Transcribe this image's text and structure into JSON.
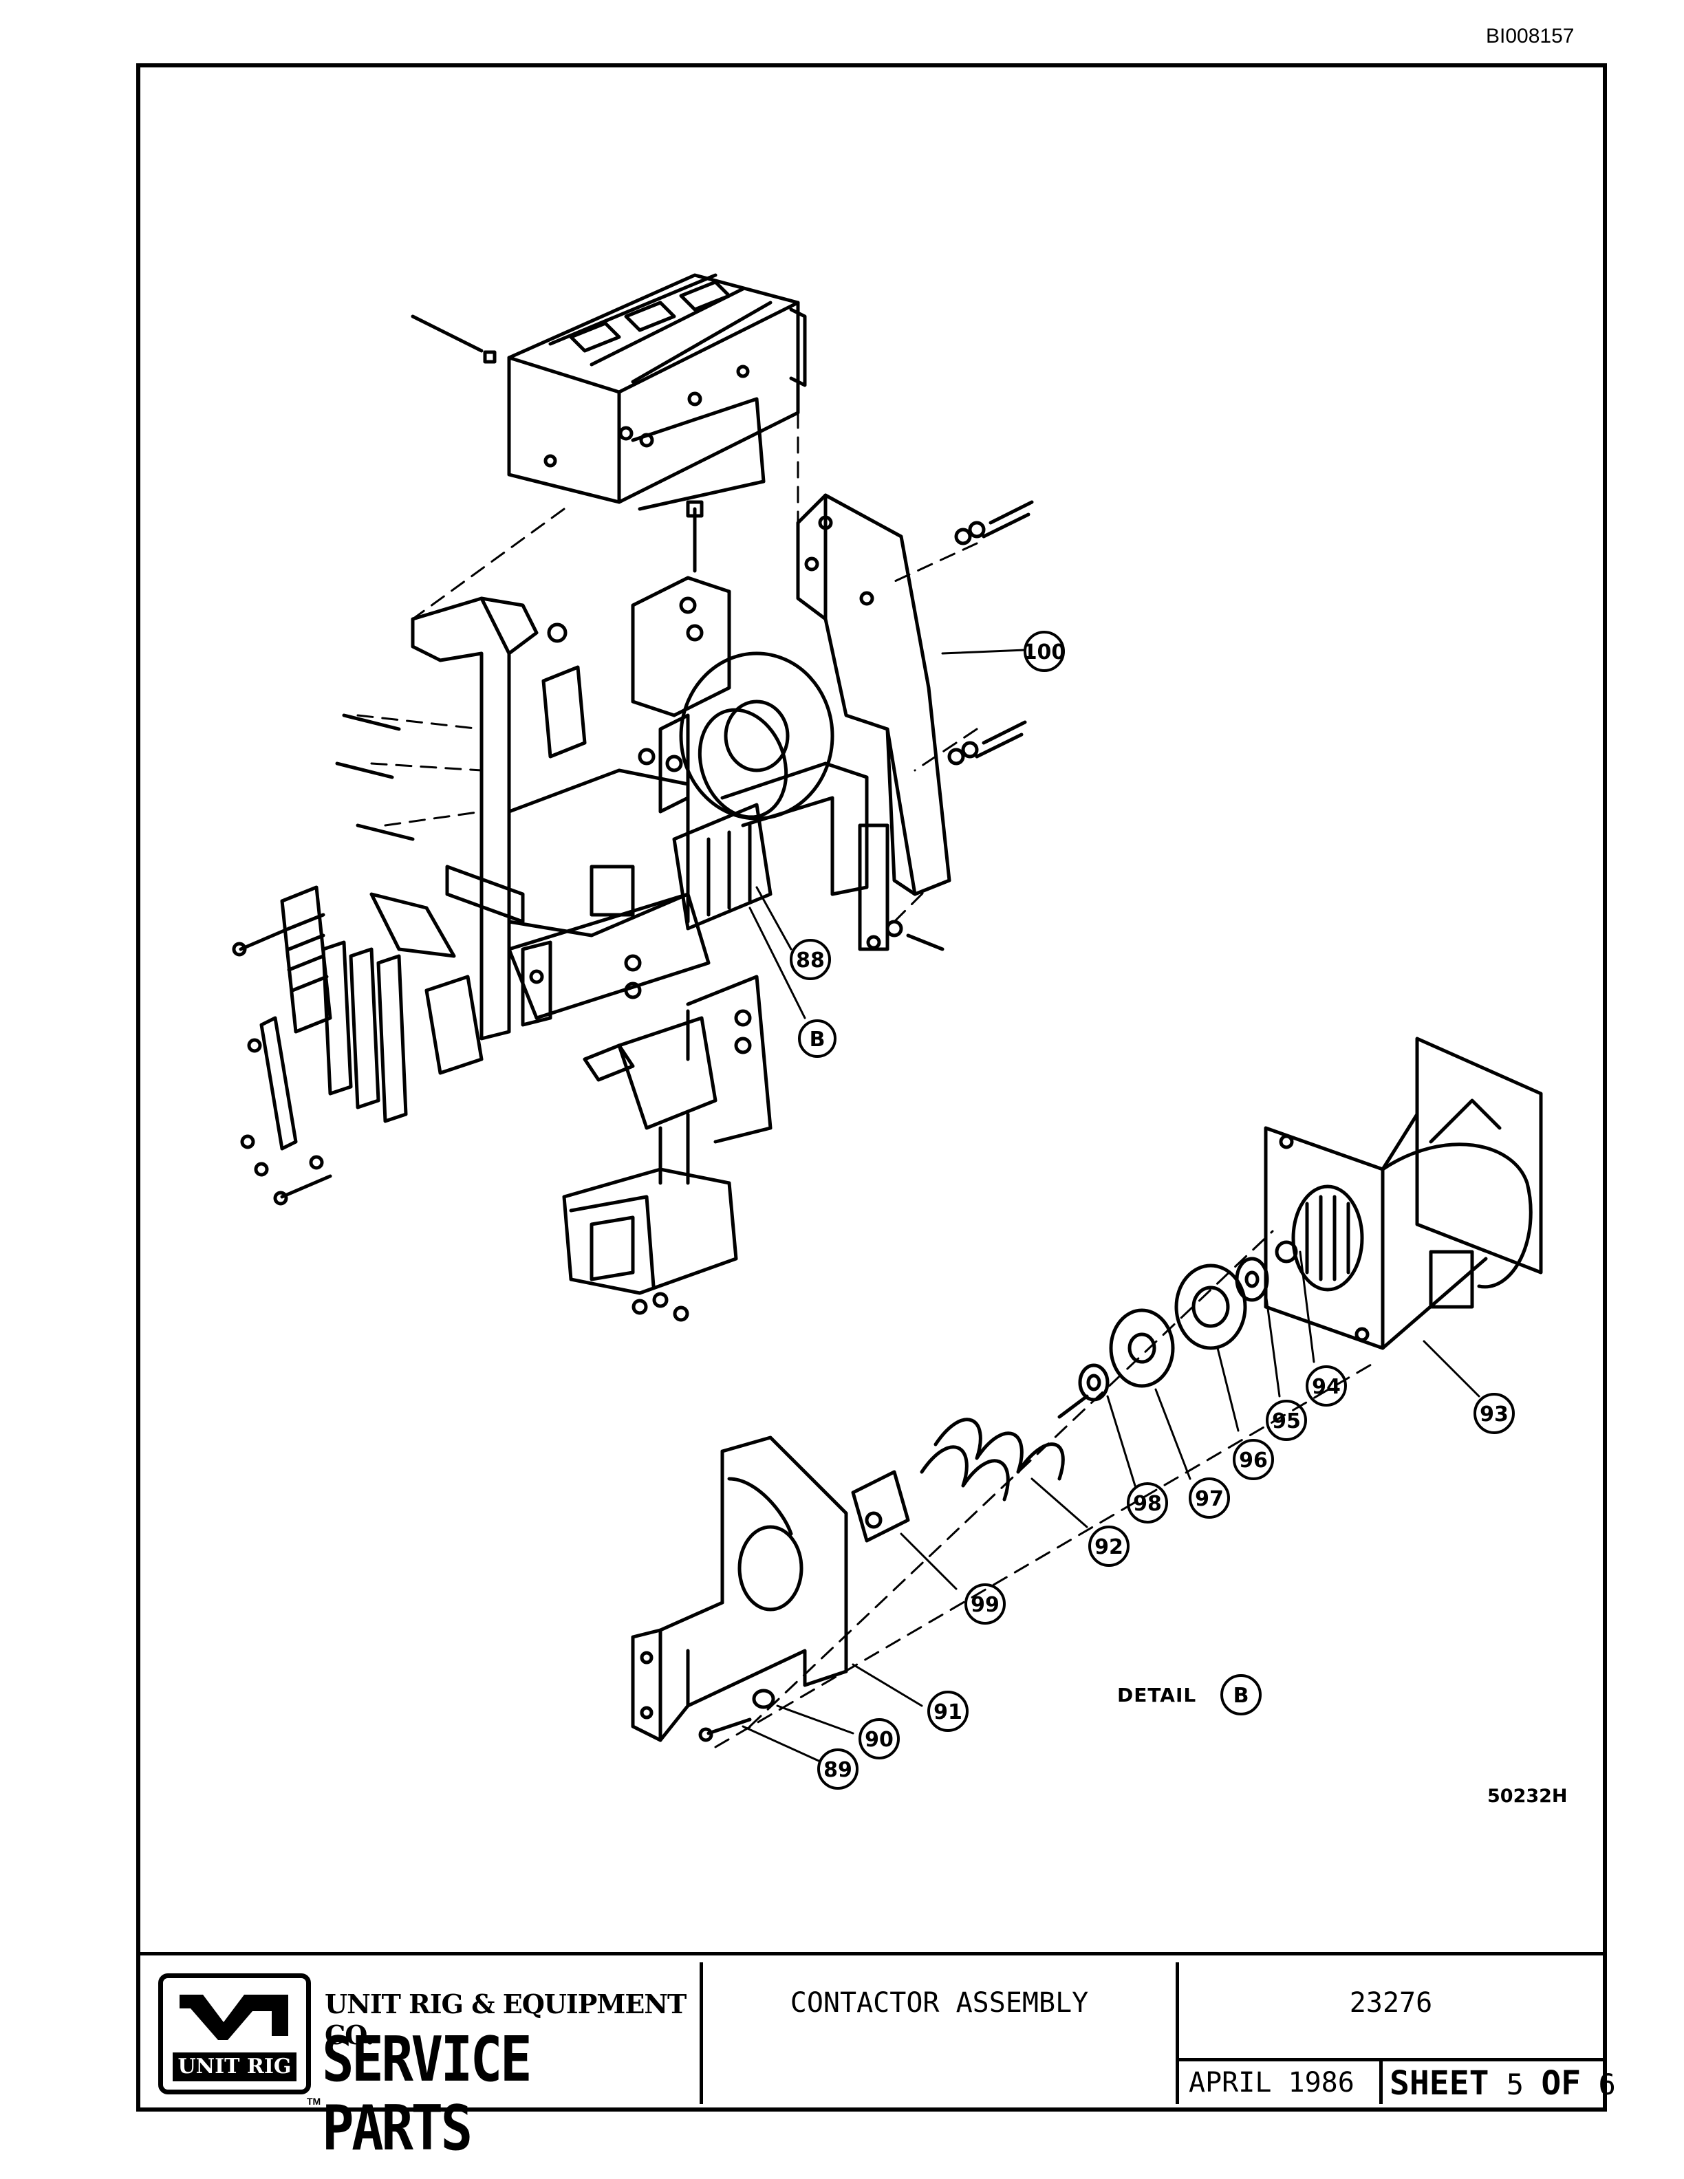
{
  "document_id": "BI008157",
  "callouts": [
    "100",
    "88",
    "B",
    "93",
    "94",
    "95",
    "96",
    "97",
    "98",
    "92",
    "99",
    "91",
    "90",
    "89",
    "B"
  ],
  "detail_label": "DETAIL",
  "drawing_number": "50232H",
  "title_block": {
    "logo_text": "UNIT RIG",
    "trademark": "TM",
    "company": "UNIT RIG & EQUIPMENT CO.",
    "service_parts": "SERVICE PARTS",
    "assembly_title": "CONTACTOR ASSEMBLY",
    "part_number": "23276",
    "date": "APRIL 1986",
    "sheet_label": "SHEET",
    "sheet_number": "5",
    "of_label": "OF",
    "sheet_total": "6"
  }
}
